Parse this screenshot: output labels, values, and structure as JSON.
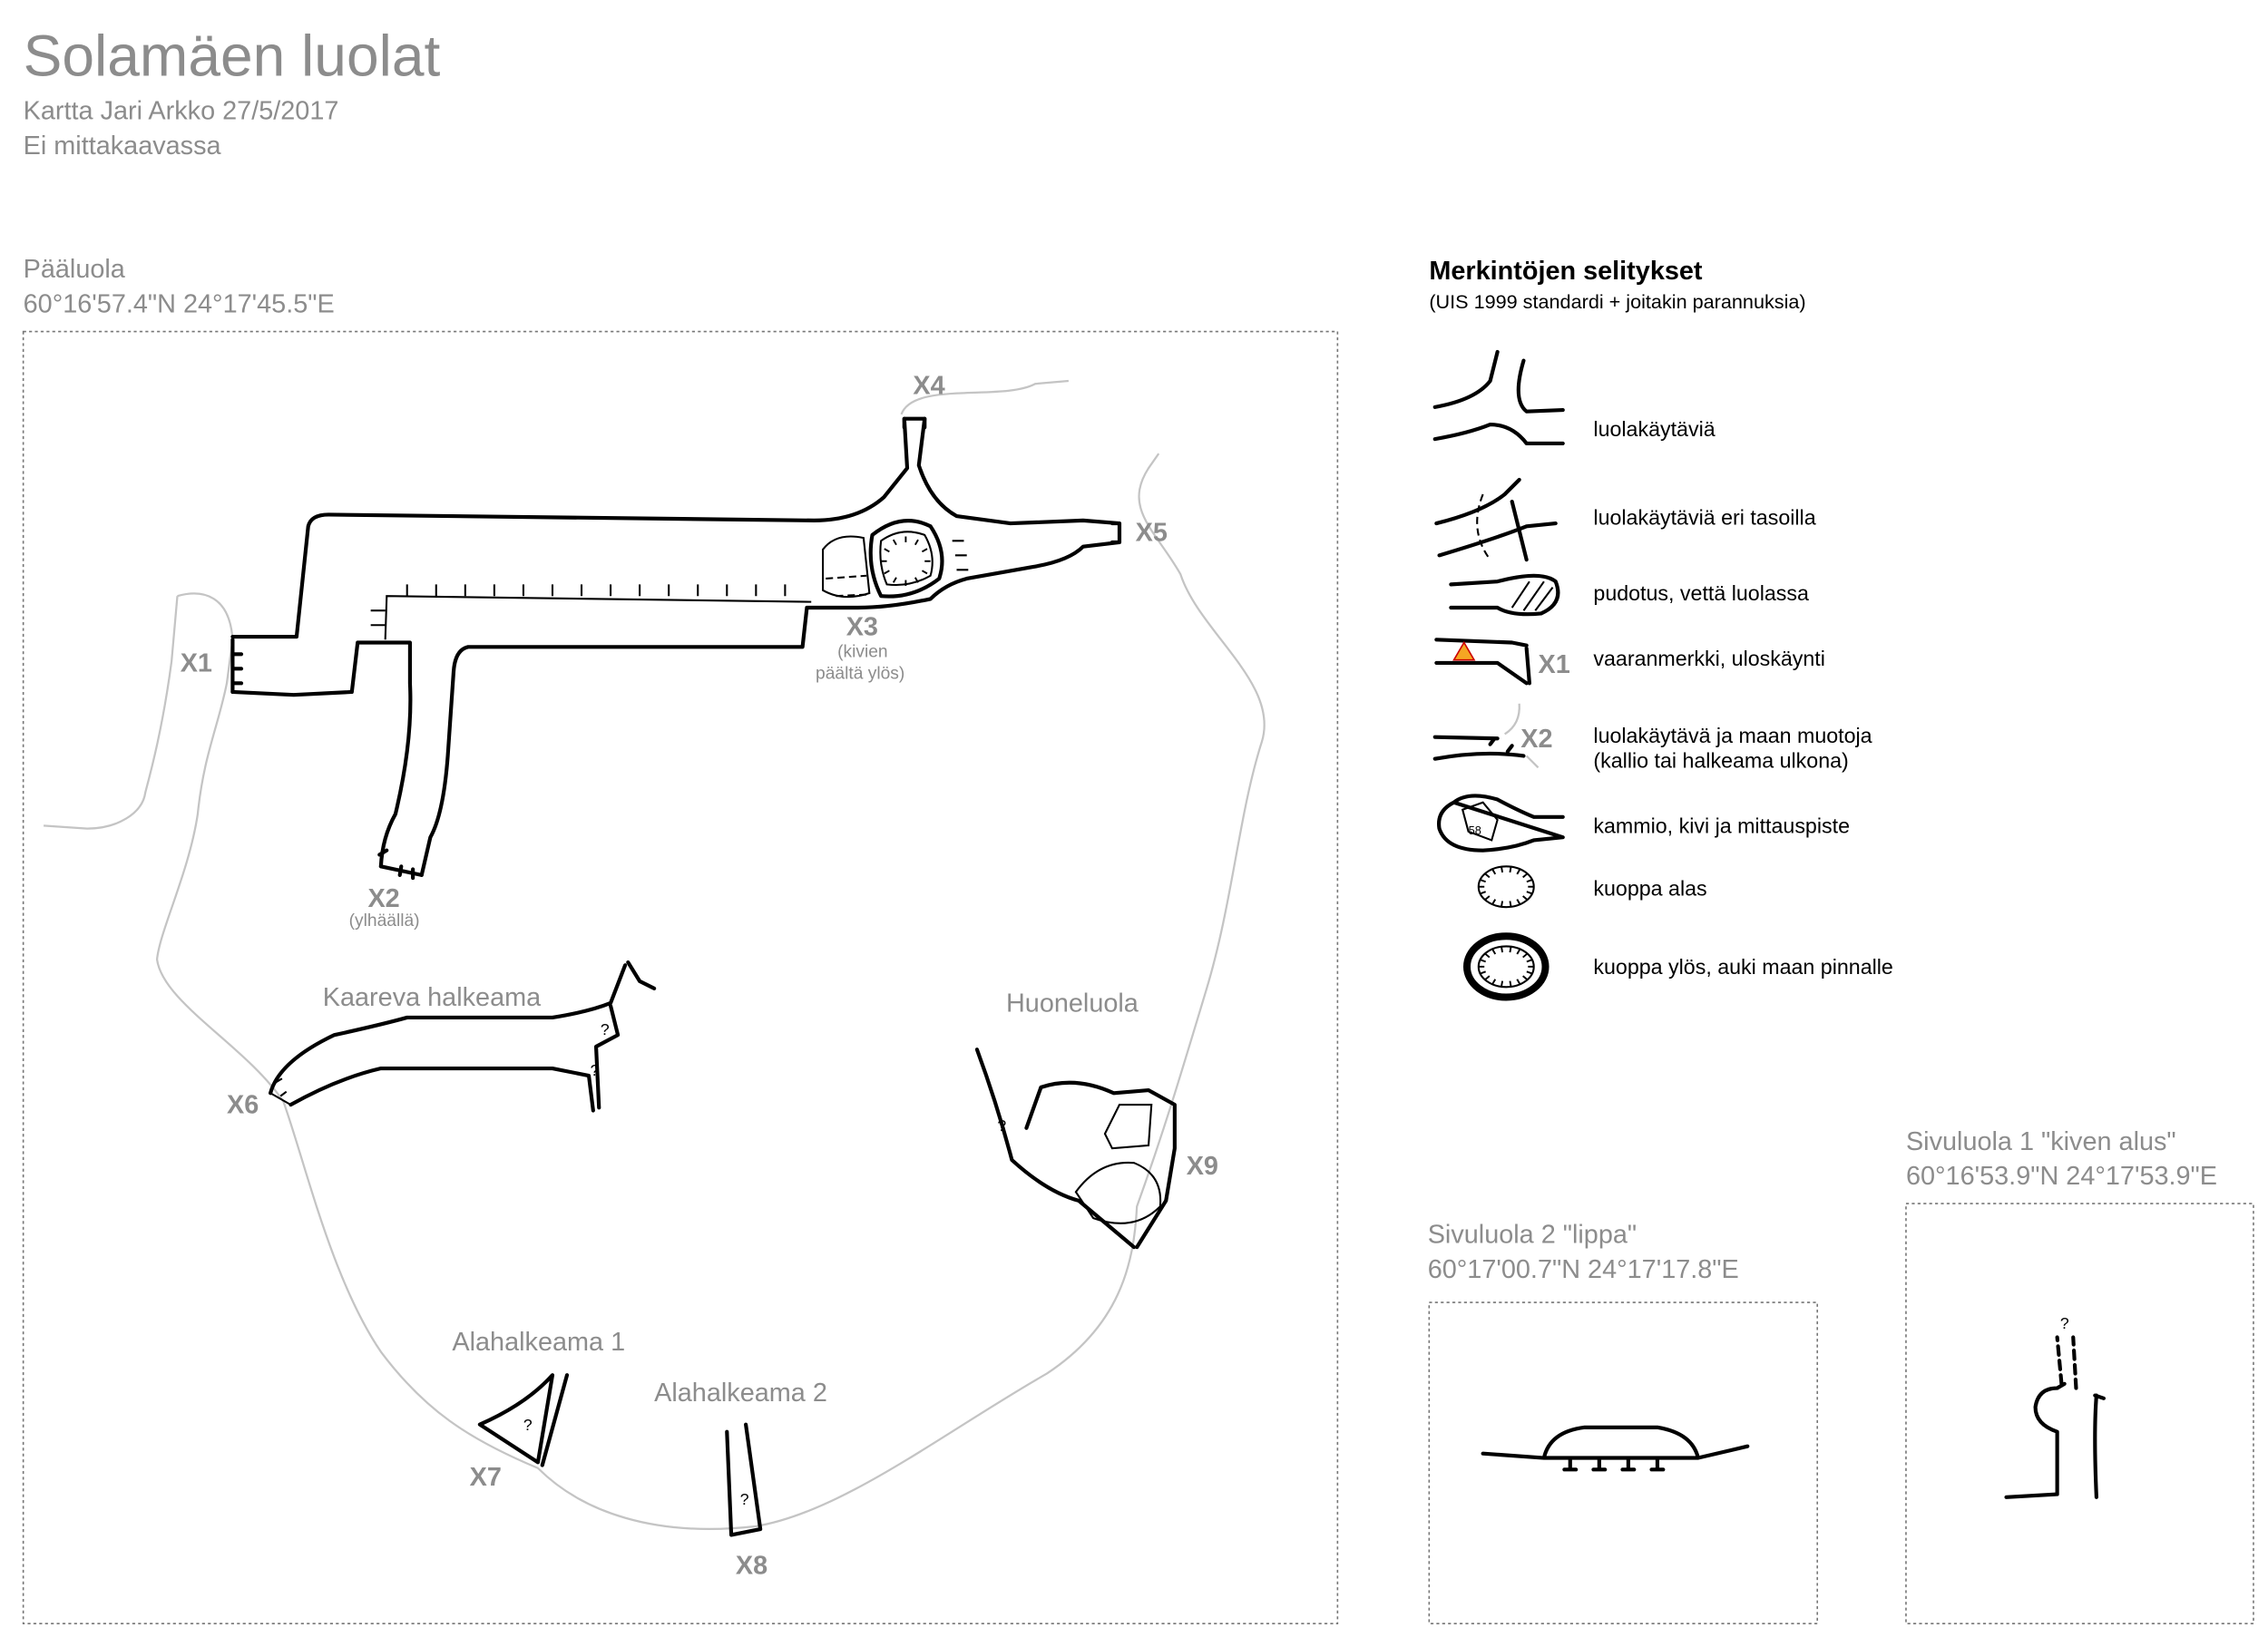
{
  "header": {
    "title": "Solamäen luolat",
    "author_line": "Kartta Jari Arkko 27/5/2017",
    "scale_note": "Ei mittakaavassa"
  },
  "main_cave": {
    "name": "Pääluola",
    "coords": "60°16'57.4\"N 24°17'45.5\"E",
    "entrances": [
      {
        "id": "X1"
      },
      {
        "id": "X2",
        "note": "(ylhäällä)"
      },
      {
        "id": "X3",
        "note1": "(kivien",
        "note2": "päältä ylös)"
      },
      {
        "id": "X4"
      },
      {
        "id": "X5"
      },
      {
        "id": "X6"
      },
      {
        "id": "X7"
      },
      {
        "id": "X8"
      },
      {
        "id": "X9"
      }
    ],
    "features": {
      "kaareva": "Kaareva halkeama",
      "huoneluola": "Huoneluola",
      "alahalkeama1": "Alahalkeama 1",
      "alahalkeama2": "Alahalkeama 2"
    },
    "unknown_mark": "?"
  },
  "legend": {
    "title": "Merkintöjen selitykset",
    "subtitle": "(UIS 1999 standardi + joitakin parannuksia)",
    "items": [
      {
        "icon": "passages-icon",
        "label": "luolakäytäviä"
      },
      {
        "icon": "multilevel-passages-icon",
        "label": "luolakäytäviä eri tasoilla"
      },
      {
        "icon": "drop-water-icon",
        "label": "pudotus, vettä luolassa"
      },
      {
        "icon": "warning-exit-icon",
        "label": "vaaranmerkki, uloskäynti",
        "exit_label": "X1"
      },
      {
        "icon": "passage-terrain-icon",
        "label": "luolakäytävä ja maan muotoja",
        "label2": "(kallio tai halkeama ulkona)",
        "exit_label": "X2"
      },
      {
        "icon": "chamber-rock-station-icon",
        "label": "kammio, kivi ja mittauspiste",
        "station": "58"
      },
      {
        "icon": "pit-down-icon",
        "label": "kuoppa alas"
      },
      {
        "icon": "pit-up-open-icon",
        "label": "kuoppa ylös, auki maan pinnalle"
      }
    ],
    "warning_color": "#f5a623"
  },
  "side_cave_2": {
    "name": "Sivuluola 2 \"lippa\"",
    "coords": "60°17'00.7\"N 24°17'17.8\"E"
  },
  "side_cave_1": {
    "name": "Sivuluola 1 \"kiven alus\"",
    "coords": "60°16'53.9\"N 24°17'53.9\"E",
    "unknown_mark": "?"
  }
}
